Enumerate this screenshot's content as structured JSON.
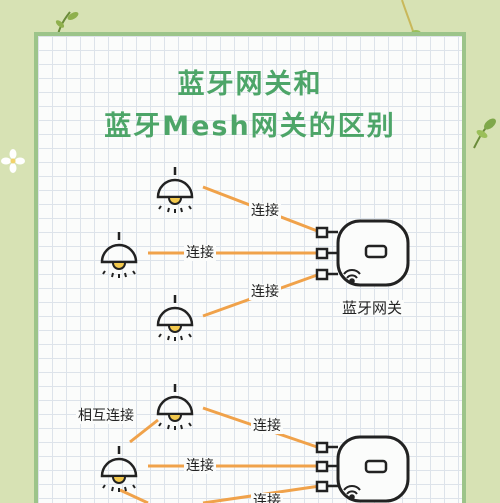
{
  "title": {
    "line1": "蓝牙网关和",
    "line2": "蓝牙Mesh网关的区别"
  },
  "section1": {
    "link_top": "连接",
    "link_mid": "连接",
    "link_bot": "连接",
    "gateway_label": "蓝牙网关"
  },
  "section2": {
    "mutual_label": "相互连接",
    "link_top": "连接",
    "link_mid": "连接",
    "link_bot": "连接"
  },
  "colors": {
    "background": "#d7e2b4",
    "border": "#9cc48a",
    "title": "#4da568",
    "line": "#f0a24a",
    "icon": "#222222"
  },
  "icons": [
    "lamp-icon",
    "gateway-icon",
    "wifi-icon",
    "sprig-icon",
    "flower-icon"
  ]
}
